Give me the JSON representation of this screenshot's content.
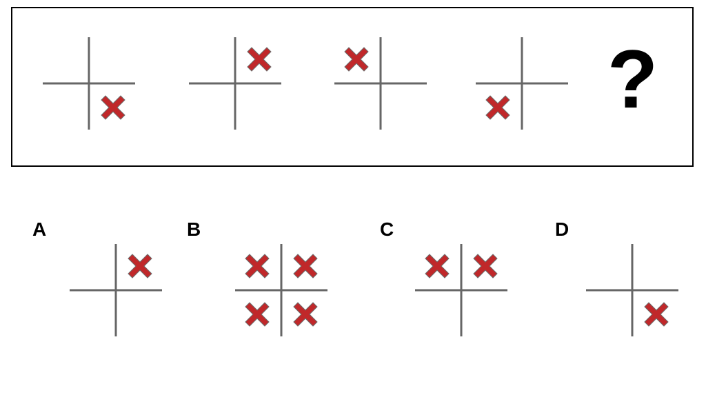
{
  "sequence": {
    "panels": [
      {
        "marks": [
          "br"
        ]
      },
      {
        "marks": [
          "tr"
        ]
      },
      {
        "marks": [
          "tl"
        ]
      },
      {
        "marks": [
          "bl"
        ]
      }
    ],
    "question_mark": "?"
  },
  "options": [
    {
      "label": "A",
      "marks": [
        "tr"
      ]
    },
    {
      "label": "B",
      "marks": [
        "tl",
        "tr",
        "bl",
        "br"
      ]
    },
    {
      "label": "C",
      "marks": [
        "tl",
        "tr"
      ]
    },
    {
      "label": "D",
      "marks": [
        "br"
      ]
    }
  ],
  "colors": {
    "mark": "#c0282a",
    "mark_outline": "#6b6b6b",
    "axis": "#666666"
  }
}
